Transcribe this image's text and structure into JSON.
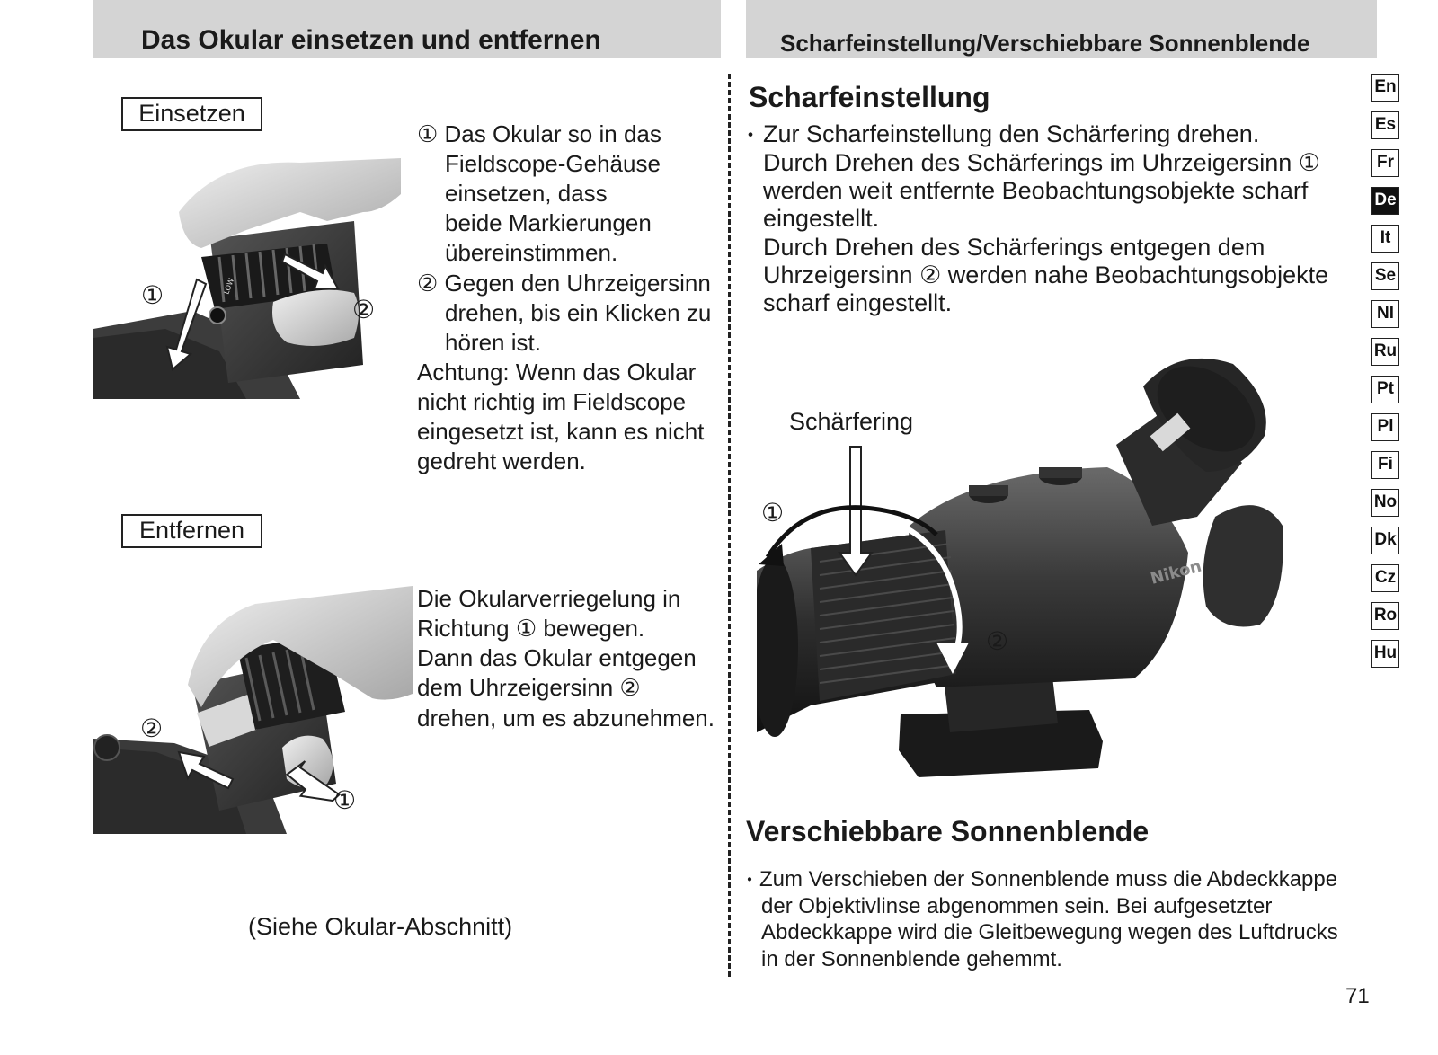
{
  "left": {
    "header": "Das Okular einsetzen und entfernen",
    "insert_label": "Einsetzen",
    "insert_steps": [
      "① Das Okular so in das",
      "Fieldscope-Gehäuse",
      "einsetzen, dass",
      "beide Markierungen",
      "übereinstimmen.",
      "② Gegen den Uhrzeigersinn",
      "drehen, bis ein Klicken zu",
      "hören ist."
    ],
    "caution": [
      "Achtung: Wenn das Okular",
      "nicht richtig im Fieldscope",
      "eingesetzt ist, kann es nicht",
      "gedreht werden."
    ],
    "remove_label": "Entfernen",
    "remove_text": [
      "Die Okularverriegelung in",
      "Richtung ① bewegen.",
      "Dann das Okular entgegen",
      "dem Uhrzeigersinn ②",
      "drehen, um es abzunehmen."
    ],
    "see_also": "(Siehe Okular-Abschnitt)",
    "fig1_callouts": {
      "one": "①",
      "two": "②",
      "low": "LOW"
    },
    "fig2_callouts": {
      "one": "①",
      "two": "②"
    }
  },
  "right": {
    "header": "Scharfeinstellung/Verschiebbare Sonnenblende",
    "focus_title": "Scharfeinstellung",
    "focus_bullet": "・",
    "focus_text": [
      "Zur Scharfeinstellung den Schärfering drehen.",
      "Durch Drehen des Schärferings im Uhrzeigersinn ①",
      "werden weit entfernte Beobachtungsobjekte scharf",
      "eingestellt.",
      "Durch Drehen des Schärferings entgegen dem",
      "Uhrzeigersinn ② werden nahe Beobachtungsobjekte",
      "scharf eingestellt."
    ],
    "focus_ring_label": "Schärfering",
    "fig3_callouts": {
      "one": "①",
      "two": "②",
      "brand": "Nikon"
    },
    "sunshade_title": "Verschiebbare Sonnenblende",
    "sunshade_bullet": "・",
    "sunshade_text": [
      "Zum Verschieben der Sonnenblende muss die Abdeckkappe",
      "der Objektivlinse abgenommen sein. Bei aufgesetzter",
      "Abdeckkappe wird die Gleitbewegung wegen des Luftdrucks",
      "in der Sonnenblende gehemmt."
    ]
  },
  "languages": [
    "En",
    "Es",
    "Fr",
    "De",
    "It",
    "Se",
    "Nl",
    "Ru",
    "Pt",
    "Pl",
    "Fi",
    "No",
    "Dk",
    "Cz",
    "Ro",
    "Hu"
  ],
  "active_language": "De",
  "page_number": "71"
}
